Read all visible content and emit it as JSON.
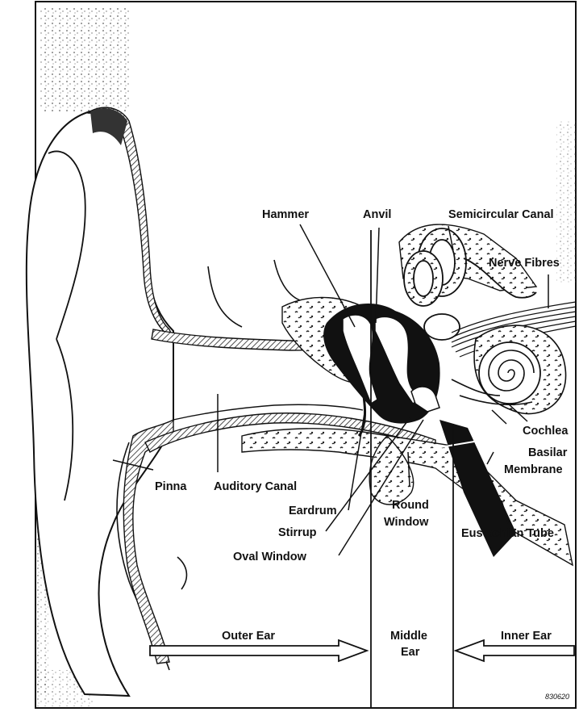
{
  "labels": {
    "hammer": "Hammer",
    "anvil": "Anvil",
    "semicircular_canal": "Semicircular Canal",
    "nerve_fibres": "Nerve Fibres",
    "cochlea": "Cochlea",
    "basilar_1": "Basilar",
    "basilar_2": "Membrane",
    "pinna": "Pinna",
    "auditory_canal": "Auditory Canal",
    "eardrum": "Eardrum",
    "round_window_1": "Round",
    "round_window_2": "Window",
    "stirrup": "Stirrup",
    "oval_window": "Oval Window",
    "eustachian_tube": "Eustachian Tube"
  },
  "sections": {
    "outer_ear": "Outer Ear",
    "middle_ear_1": "Middle",
    "middle_ear_2": "Ear",
    "inner_ear": "Inner Ear"
  },
  "figure_id": "830620"
}
